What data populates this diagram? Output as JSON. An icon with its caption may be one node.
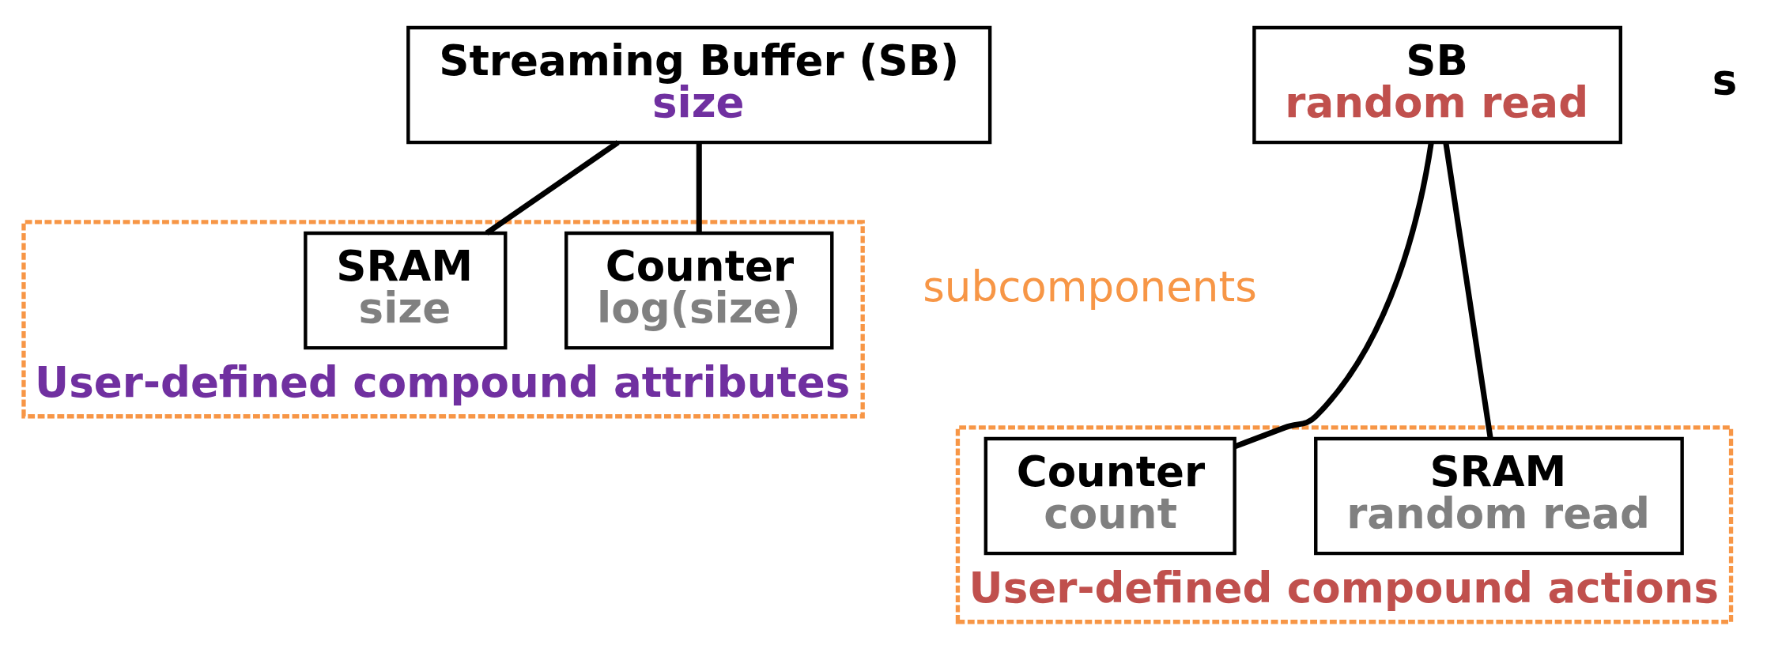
{
  "diagram": {
    "nodes": [
      {
        "text": [
          "Streaming Buffer (SB)",
          "size"
        ]
      },
      {
        "text": [],
        "shape": "box",
        "beside": [
          "User-defined compound attributes"
        ]
      },
      {
        "text": [
          "Counter",
          "log(size)"
        ],
        "in": 1
      },
      {
        "text": [
          "SRAM",
          "size"
        ],
        "in": 1
      },
      {
        "text": [
          "SB",
          "random read"
        ]
      },
      {
        "text": [],
        "shape": "box",
        "beside": [
          "User-defined compound actions"
        ]
      },
      {
        "text": [
          "Counter",
          "count"
        ],
        "in": 5
      },
      {
        "text": [
          "SRAM",
          "random read"
        ],
        "in": 5
      }
    ],
    "edges": [
      {
        "from": 0,
        "to": 2,
        "arrow": "none"
      },
      {
        "from": 0,
        "to": 3,
        "arrow": "none"
      },
      {
        "from": 4,
        "to": 6,
        "arrow": "none"
      },
      {
        "from": 4,
        "to": 7,
        "arrow": "none"
      }
    ],
    "labels": [
      "s",
      "subcomponents"
    ]
  }
}
